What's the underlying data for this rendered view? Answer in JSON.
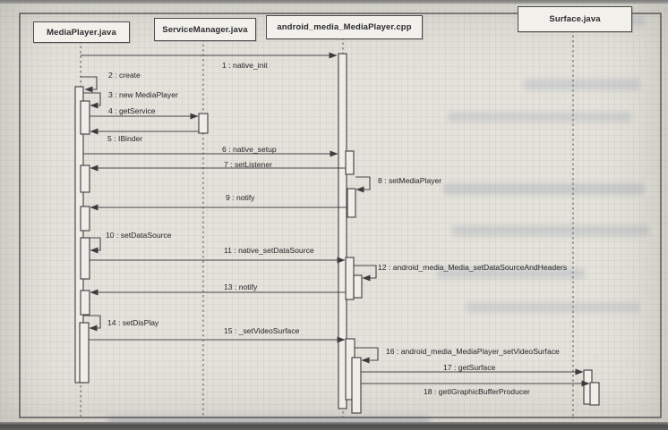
{
  "diagram": {
    "type": "uml-sequence-diagram",
    "participants": [
      {
        "label": "MediaPlayer.java"
      },
      {
        "label": "ServiceManager.java"
      },
      {
        "label": "android_media_MediaPlayer.cpp"
      },
      {
        "label": "Surface.java"
      }
    ],
    "messages": [
      {
        "label": "1 : native_init",
        "from": "MediaPlayer.java",
        "to": "android_media_MediaPlayer.cpp",
        "kind": "call"
      },
      {
        "label": "2 : create",
        "from": "MediaPlayer.java",
        "to": "MediaPlayer.java",
        "kind": "self"
      },
      {
        "label": "3 : new MediaPlayer",
        "from": "MediaPlayer.java",
        "to": "MediaPlayer.java",
        "kind": "self"
      },
      {
        "label": "4 : getService",
        "from": "MediaPlayer.java",
        "to": "ServiceManager.java",
        "kind": "call"
      },
      {
        "label": "5 : IBinder",
        "from": "ServiceManager.java",
        "to": "MediaPlayer.java",
        "kind": "return"
      },
      {
        "label": "6 : native_setup",
        "from": "MediaPlayer.java",
        "to": "android_media_MediaPlayer.cpp",
        "kind": "call"
      },
      {
        "label": "7 : setListener",
        "from": "android_media_MediaPlayer.cpp",
        "to": "MediaPlayer.java",
        "kind": "call"
      },
      {
        "label": "8 : setMediaPlayer",
        "from": "android_media_MediaPlayer.cpp",
        "to": "android_media_MediaPlayer.cpp",
        "kind": "self"
      },
      {
        "label": "9 : notify",
        "from": "android_media_MediaPlayer.cpp",
        "to": "MediaPlayer.java",
        "kind": "call"
      },
      {
        "label": "10 : setDataSource",
        "from": "MediaPlayer.java",
        "to": "MediaPlayer.java",
        "kind": "self"
      },
      {
        "label": "11 : native_setDataSource",
        "from": "MediaPlayer.java",
        "to": "android_media_MediaPlayer.cpp",
        "kind": "call"
      },
      {
        "label": "12 : android_media_Media_setDataSourceAndHeaders",
        "from": "android_media_MediaPlayer.cpp",
        "to": "android_media_MediaPlayer.cpp",
        "kind": "self"
      },
      {
        "label": "13 : notify",
        "from": "android_media_MediaPlayer.cpp",
        "to": "MediaPlayer.java",
        "kind": "call"
      },
      {
        "label": "14 : setDisPlay",
        "from": "MediaPlayer.java",
        "to": "MediaPlayer.java",
        "kind": "self"
      },
      {
        "label": "15 : _setVideoSurface",
        "from": "MediaPlayer.java",
        "to": "android_media_MediaPlayer.cpp",
        "kind": "call"
      },
      {
        "label": "16 : android_media_MediaPlayer_setVideoSurface",
        "from": "android_media_MediaPlayer.cpp",
        "to": "android_media_MediaPlayer.cpp",
        "kind": "self"
      },
      {
        "label": "17 : getSurface",
        "from": "android_media_MediaPlayer.cpp",
        "to": "Surface.java",
        "kind": "call"
      },
      {
        "label": "18 : getIGraphicBufferProducer",
        "from": "android_media_MediaPlayer.cpp",
        "to": "Surface.java",
        "kind": "call"
      }
    ],
    "colors": {
      "paper": "#e4e2da",
      "line": "#45454a",
      "box_fill": "#f2f0ea",
      "text": "#333336"
    }
  }
}
